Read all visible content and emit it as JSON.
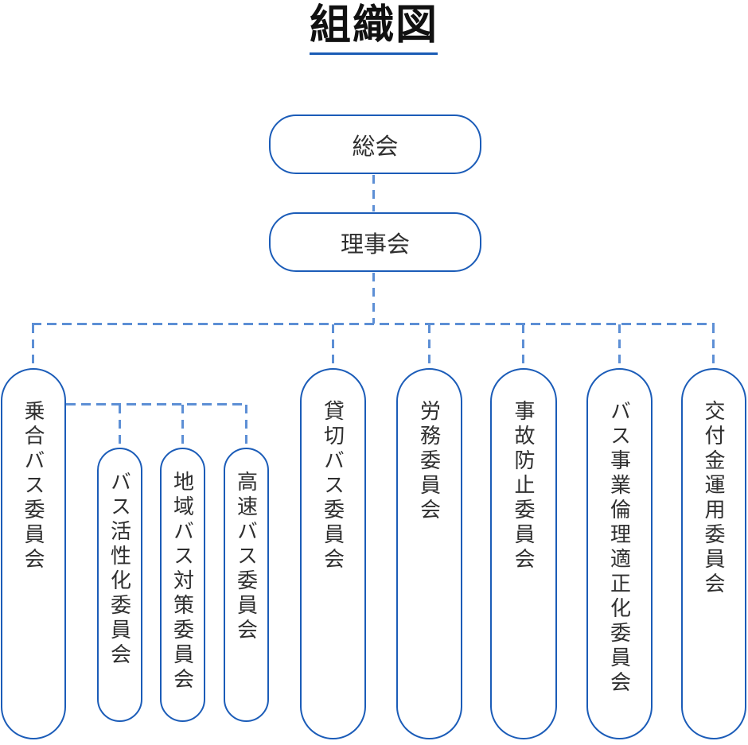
{
  "title": "組織図",
  "colors": {
    "border-blue": "#1b5cb8",
    "dash-blue": "#5d8fd5",
    "underline-blue": "#1a5cb5",
    "title-color": "#111111",
    "text-color": "#2f2f2f",
    "bg": "#ffffff"
  },
  "org": {
    "root": {
      "label": "総会"
    },
    "board": {
      "label": "理事会"
    },
    "committees": [
      {
        "label": "乗合バス委員会"
      },
      {
        "label": "貸切バス委員会"
      },
      {
        "label": "労務委員会"
      },
      {
        "label": "事故防止委員会"
      },
      {
        "label": "バス事業倫理適正化委員会"
      },
      {
        "label": "交付金運用委員会"
      }
    ],
    "subcommittees": [
      {
        "label": "バス活性化委員会"
      },
      {
        "label": "地域バス対策委員会"
      },
      {
        "label": "高速バス委員会"
      }
    ]
  }
}
